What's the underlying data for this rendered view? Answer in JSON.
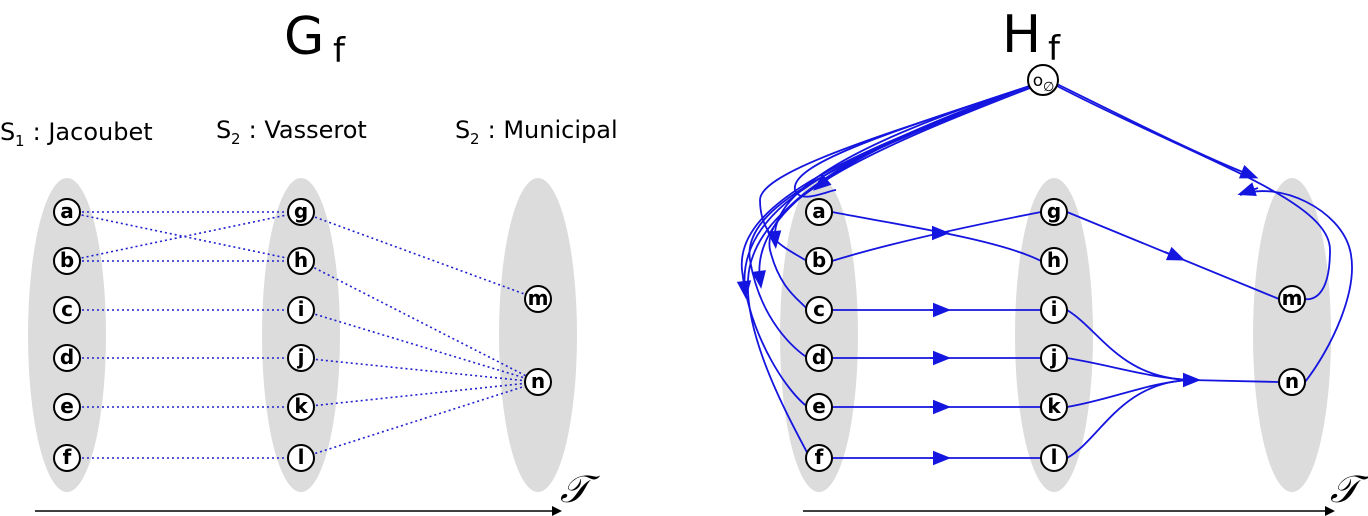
{
  "left_graph": {
    "title": "G",
    "title_sub": "f",
    "columns": [
      {
        "label": "S",
        "sub": "1",
        "suffix": " : Jacoubet",
        "nodes": [
          "a",
          "b",
          "c",
          "d",
          "e",
          "f"
        ]
      },
      {
        "label": "S",
        "sub": "2",
        "suffix": " : Vasserot",
        "nodes": [
          "g",
          "h",
          "i",
          "j",
          "k",
          "l"
        ]
      },
      {
        "label": "S",
        "sub": "2",
        "suffix": " : Municipal",
        "nodes": [
          "m",
          "n"
        ]
      }
    ],
    "edges": [
      [
        "a",
        "g"
      ],
      [
        "a",
        "h"
      ],
      [
        "b",
        "g"
      ],
      [
        "b",
        "h"
      ],
      [
        "c",
        "i"
      ],
      [
        "d",
        "j"
      ],
      [
        "e",
        "k"
      ],
      [
        "f",
        "l"
      ],
      [
        "g",
        "m"
      ],
      [
        "h",
        "n"
      ],
      [
        "i",
        "n"
      ],
      [
        "j",
        "n"
      ],
      [
        "k",
        "n"
      ],
      [
        "l",
        "n"
      ]
    ],
    "edge_style": "dotted",
    "axis_label": "𝒯"
  },
  "right_graph": {
    "title": "H",
    "title_sub": "f",
    "root": {
      "label": "o",
      "sub": "∅"
    },
    "columns": [
      {
        "nodes": [
          "a",
          "b",
          "c",
          "d",
          "e",
          "f"
        ]
      },
      {
        "nodes": [
          "g",
          "h",
          "i",
          "j",
          "k",
          "l"
        ]
      },
      {
        "nodes": [
          "m",
          "n"
        ]
      }
    ],
    "edges": [
      [
        "o",
        "a"
      ],
      [
        "o",
        "b"
      ],
      [
        "o",
        "c"
      ],
      [
        "o",
        "d"
      ],
      [
        "o",
        "e"
      ],
      [
        "o",
        "f"
      ],
      [
        "o",
        "m"
      ],
      [
        "o",
        "n"
      ],
      [
        "a",
        "h"
      ],
      [
        "b",
        "g"
      ],
      [
        "c",
        "i"
      ],
      [
        "d",
        "j"
      ],
      [
        "e",
        "k"
      ],
      [
        "f",
        "l"
      ],
      [
        "g",
        "m"
      ],
      [
        "i",
        "n"
      ],
      [
        "j",
        "n"
      ],
      [
        "k",
        "n"
      ],
      [
        "l",
        "n"
      ],
      [
        "m",
        "a"
      ],
      [
        "n",
        "b"
      ],
      [
        "m",
        "o"
      ],
      [
        "n",
        "o"
      ],
      [
        "f",
        "o"
      ]
    ],
    "edge_style": "directed",
    "axis_label": "𝒯"
  },
  "colors": {
    "edge": "#1515e0",
    "dotted_edge": "#2020d0",
    "ellipse": "#dcdcdc"
  }
}
